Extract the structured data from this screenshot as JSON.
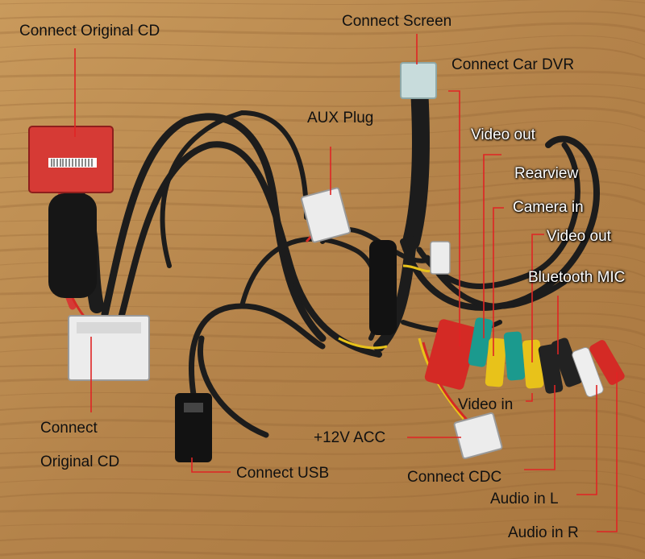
{
  "labels": {
    "connect_original_cd_top": "Connect Original CD",
    "connect_screen": "Connect Screen",
    "connect_car_dvr": "Connect Car DVR",
    "aux_plug": "AUX Plug",
    "video_out_1": "Video out",
    "rearview": "Rearview",
    "camera_in": "Camera in",
    "video_out_2": "Video out",
    "bluetooth_mic": "Bluetooth MIC",
    "connect_line1": "Connect",
    "connect_line2": "Original CD",
    "video_in": "Video in",
    "acc_12v": "+12V ACC",
    "connect_usb": "Connect USB",
    "connect_cdc": "Connect CDC",
    "audio_in_l": "Audio in L",
    "audio_in_r": "Audio in R"
  },
  "colors": {
    "wood": "#b8864c",
    "leader_line": "#e02424",
    "cable": "#1c1c1c",
    "red_box": "#d63a35",
    "connector_white": "#ececec",
    "rca_red": "#d42a25",
    "rca_yellow": "#e8c21a",
    "rca_teal": "#1b9a8e",
    "rca_white": "#eeeeee",
    "rca_black": "#222222"
  }
}
